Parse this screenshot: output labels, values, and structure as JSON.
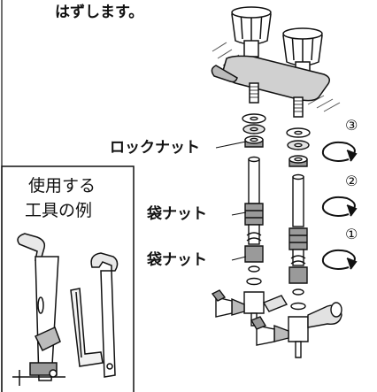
{
  "instruction_text": "はずします。",
  "tools_box": {
    "title_line1": "使用する",
    "title_line2": "工具の例"
  },
  "labels": {
    "lock_nut": "ロックナット",
    "bag_nut_upper": "袋ナット",
    "bag_nut_lower": "袋ナット"
  },
  "steps": {
    "step3": "③",
    "step2": "②",
    "step1": "①"
  },
  "colors": {
    "ink": "#111111",
    "paper": "#ffffff",
    "shade": "#9a9a9a",
    "light_shade": "#d6d6d6"
  }
}
